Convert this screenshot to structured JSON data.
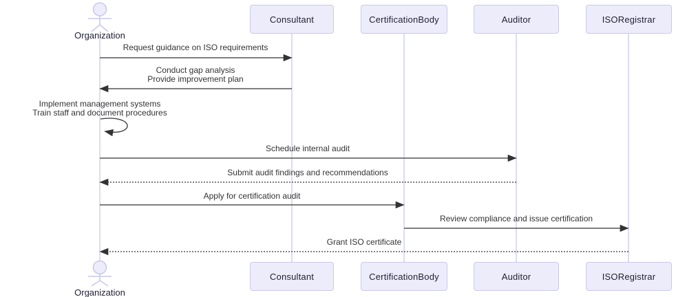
{
  "diagram": {
    "type": "sequence-diagram",
    "participants": [
      {
        "id": "organization",
        "label": "Organization",
        "kind": "actor"
      },
      {
        "id": "consultant",
        "label": "Consultant",
        "kind": "participant"
      },
      {
        "id": "certification_body",
        "label": "CertificationBody",
        "kind": "participant"
      },
      {
        "id": "auditor",
        "label": "Auditor",
        "kind": "participant"
      },
      {
        "id": "iso_registrar",
        "label": "ISORegistrar",
        "kind": "participant"
      }
    ],
    "messages": [
      {
        "from": "Organization",
        "to": "Consultant",
        "arrow": "solid",
        "lines": [
          "Request guidance on ISO requirements"
        ]
      },
      {
        "from": "Consultant",
        "to": "Organization",
        "arrow": "solid",
        "lines": [
          "Conduct gap analysis",
          "Provide improvement plan"
        ]
      },
      {
        "from": "Organization",
        "to": "Organization",
        "arrow": "self-loop",
        "lines": [
          "Implement management systems",
          "Train staff and document procedures"
        ]
      },
      {
        "from": "Organization",
        "to": "Auditor",
        "arrow": "solid",
        "lines": [
          "Schedule internal audit"
        ]
      },
      {
        "from": "Auditor",
        "to": "Organization",
        "arrow": "dotted",
        "lines": [
          "Submit audit findings and recommendations"
        ]
      },
      {
        "from": "Organization",
        "to": "CertificationBody",
        "arrow": "solid",
        "lines": [
          "Apply for certification audit"
        ]
      },
      {
        "from": "CertificationBody",
        "to": "ISORegistrar",
        "arrow": "solid",
        "lines": [
          "Review compliance and issue certification"
        ]
      },
      {
        "from": "ISORegistrar",
        "to": "Organization",
        "arrow": "dotted",
        "lines": [
          "Grant ISO certificate"
        ]
      }
    ],
    "colors": {
      "participant_fill": "#ECECFB",
      "participant_border": "#C9C9EE",
      "lifeline": "#C9C9EE",
      "arrow": "#333333",
      "text": "#333333"
    }
  }
}
